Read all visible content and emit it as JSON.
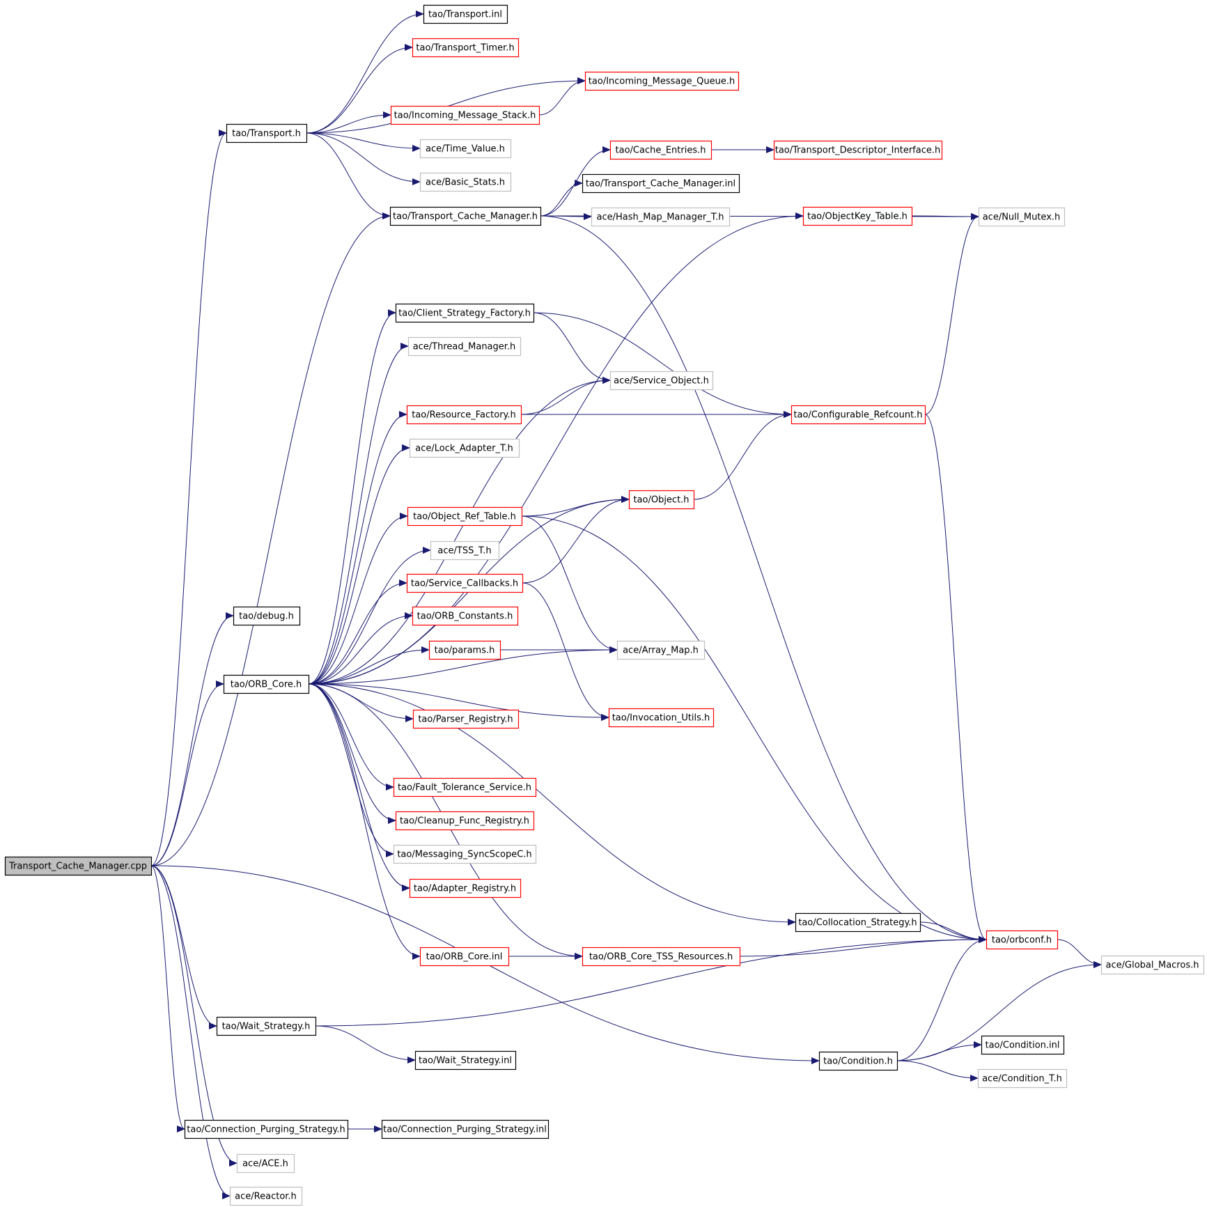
{
  "colors": {
    "edge": "#191970",
    "arrowhead": "#191970",
    "root_fill": "#bfbfbf",
    "border_documented": "#000000",
    "border_truncated": "#ff0000",
    "border_undocumented": "#bfbfbf"
  },
  "nodes": [
    {
      "id": "root",
      "label": "Transport_Cache_Manager.cpp",
      "style": "root"
    },
    {
      "id": "transport_h",
      "label": "tao/Transport.h",
      "style": "documented"
    },
    {
      "id": "transport_inl",
      "label": "tao/Transport.inl",
      "style": "documented"
    },
    {
      "id": "transport_timer",
      "label": "tao/Transport_Timer.h",
      "style": "truncated"
    },
    {
      "id": "incoming_queue",
      "label": "tao/Incoming_Message_Queue.h",
      "style": "truncated"
    },
    {
      "id": "incoming_stack",
      "label": "tao/Incoming_Message_Stack.h",
      "style": "truncated"
    },
    {
      "id": "time_value",
      "label": "ace/Time_Value.h",
      "style": "undocumented"
    },
    {
      "id": "basic_stats",
      "label": "ace/Basic_Stats.h",
      "style": "undocumented"
    },
    {
      "id": "cache_entries",
      "label": "tao/Cache_Entries.h",
      "style": "truncated"
    },
    {
      "id": "transport_descriptor",
      "label": "tao/Transport_Descriptor_Interface.h",
      "style": "truncated"
    },
    {
      "id": "tcm_inl",
      "label": "tao/Transport_Cache_Manager.inl",
      "style": "documented"
    },
    {
      "id": "tcm_h",
      "label": "tao/Transport_Cache_Manager.h",
      "style": "documented"
    },
    {
      "id": "hash_map",
      "label": "ace/Hash_Map_Manager_T.h",
      "style": "undocumented"
    },
    {
      "id": "objectkey_table",
      "label": "tao/ObjectKey_Table.h",
      "style": "truncated"
    },
    {
      "id": "null_mutex",
      "label": "ace/Null_Mutex.h",
      "style": "undocumented"
    },
    {
      "id": "client_strategy",
      "label": "tao/Client_Strategy_Factory.h",
      "style": "documented"
    },
    {
      "id": "thread_manager",
      "label": "ace/Thread_Manager.h",
      "style": "undocumented"
    },
    {
      "id": "service_object",
      "label": "ace/Service_Object.h",
      "style": "undocumented"
    },
    {
      "id": "resource_factory",
      "label": "tao/Resource_Factory.h",
      "style": "truncated"
    },
    {
      "id": "configurable_refcount",
      "label": "tao/Configurable_Refcount.h",
      "style": "truncated"
    },
    {
      "id": "lock_adapter",
      "label": "ace/Lock_Adapter_T.h",
      "style": "undocumented"
    },
    {
      "id": "object_h",
      "label": "tao/Object.h",
      "style": "truncated"
    },
    {
      "id": "object_ref_table",
      "label": "tao/Object_Ref_Table.h",
      "style": "truncated"
    },
    {
      "id": "tss_t",
      "label": "ace/TSS_T.h",
      "style": "undocumented"
    },
    {
      "id": "service_callbacks",
      "label": "tao/Service_Callbacks.h",
      "style": "truncated"
    },
    {
      "id": "debug_h",
      "label": "tao/debug.h",
      "style": "documented"
    },
    {
      "id": "orb_constants",
      "label": "tao/ORB_Constants.h",
      "style": "truncated"
    },
    {
      "id": "params_h",
      "label": "tao/params.h",
      "style": "truncated"
    },
    {
      "id": "array_map",
      "label": "ace/Array_Map.h",
      "style": "undocumented"
    },
    {
      "id": "orb_core_h",
      "label": "tao/ORB_Core.h",
      "style": "documented"
    },
    {
      "id": "parser_registry",
      "label": "tao/Parser_Registry.h",
      "style": "truncated"
    },
    {
      "id": "invocation_utils",
      "label": "tao/Invocation_Utils.h",
      "style": "truncated"
    },
    {
      "id": "fault_tolerance",
      "label": "tao/Fault_Tolerance_Service.h",
      "style": "truncated"
    },
    {
      "id": "cleanup_func",
      "label": "tao/Cleanup_Func_Registry.h",
      "style": "truncated"
    },
    {
      "id": "messaging_syncscope",
      "label": "tao/Messaging_SyncScopeC.h",
      "style": "undocumented"
    },
    {
      "id": "adapter_registry",
      "label": "tao/Adapter_Registry.h",
      "style": "truncated"
    },
    {
      "id": "collocation_strategy",
      "label": "tao/Collocation_Strategy.h",
      "style": "documented"
    },
    {
      "id": "orbconf",
      "label": "tao/orbconf.h",
      "style": "truncated"
    },
    {
      "id": "orb_core_inl",
      "label": "tao/ORB_Core.inl",
      "style": "truncated"
    },
    {
      "id": "orb_core_tss",
      "label": "tao/ORB_Core_TSS_Resources.h",
      "style": "truncated"
    },
    {
      "id": "global_macros",
      "label": "ace/Global_Macros.h",
      "style": "undocumented"
    },
    {
      "id": "wait_strategy_h",
      "label": "tao/Wait_Strategy.h",
      "style": "documented"
    },
    {
      "id": "condition_inl",
      "label": "tao/Condition.inl",
      "style": "documented"
    },
    {
      "id": "wait_strategy_inl",
      "label": "tao/Wait_Strategy.inl",
      "style": "documented"
    },
    {
      "id": "condition_h",
      "label": "tao/Condition.h",
      "style": "documented"
    },
    {
      "id": "condition_t",
      "label": "ace/Condition_T.h",
      "style": "undocumented"
    },
    {
      "id": "cps_h",
      "label": "tao/Connection_Purging_Strategy.h",
      "style": "documented"
    },
    {
      "id": "cps_inl",
      "label": "tao/Connection_Purging_Strategy.inl",
      "style": "documented"
    },
    {
      "id": "ace_h",
      "label": "ace/ACE.h",
      "style": "undocumented"
    },
    {
      "id": "reactor_h",
      "label": "ace/Reactor.h",
      "style": "undocumented"
    }
  ],
  "edges": [
    [
      "root",
      "transport_h"
    ],
    [
      "root",
      "tcm_h"
    ],
    [
      "root",
      "debug_h"
    ],
    [
      "root",
      "orb_core_h"
    ],
    [
      "root",
      "wait_strategy_h"
    ],
    [
      "root",
      "condition_h"
    ],
    [
      "root",
      "cps_h"
    ],
    [
      "root",
      "ace_h"
    ],
    [
      "root",
      "reactor_h"
    ],
    [
      "transport_h",
      "transport_inl"
    ],
    [
      "transport_h",
      "transport_timer"
    ],
    [
      "transport_h",
      "incoming_queue"
    ],
    [
      "transport_h",
      "incoming_stack"
    ],
    [
      "transport_h",
      "time_value"
    ],
    [
      "transport_h",
      "basic_stats"
    ],
    [
      "transport_h",
      "tcm_h"
    ],
    [
      "incoming_stack",
      "incoming_queue"
    ],
    [
      "tcm_h",
      "cache_entries"
    ],
    [
      "tcm_h",
      "tcm_inl"
    ],
    [
      "tcm_h",
      "hash_map"
    ],
    [
      "tcm_h",
      "null_mutex"
    ],
    [
      "tcm_h",
      "orbconf"
    ],
    [
      "cache_entries",
      "transport_descriptor"
    ],
    [
      "objectkey_table",
      "null_mutex"
    ],
    [
      "client_strategy",
      "service_object"
    ],
    [
      "client_strategy",
      "configurable_refcount"
    ],
    [
      "resource_factory",
      "service_object"
    ],
    [
      "resource_factory",
      "configurable_refcount"
    ],
    [
      "configurable_refcount",
      "null_mutex"
    ],
    [
      "configurable_refcount",
      "orbconf"
    ],
    [
      "object_h",
      "configurable_refcount"
    ],
    [
      "object_ref_table",
      "object_h"
    ],
    [
      "object_ref_table",
      "array_map"
    ],
    [
      "object_ref_table",
      "orbconf"
    ],
    [
      "service_callbacks",
      "object_h"
    ],
    [
      "service_callbacks",
      "invocation_utils"
    ],
    [
      "params_h",
      "array_map"
    ],
    [
      "orb_core_h",
      "objectkey_table"
    ],
    [
      "orb_core_h",
      "client_strategy"
    ],
    [
      "orb_core_h",
      "thread_manager"
    ],
    [
      "orb_core_h",
      "service_object"
    ],
    [
      "orb_core_h",
      "resource_factory"
    ],
    [
      "orb_core_h",
      "lock_adapter"
    ],
    [
      "orb_core_h",
      "object_h"
    ],
    [
      "orb_core_h",
      "object_ref_table"
    ],
    [
      "orb_core_h",
      "tss_t"
    ],
    [
      "orb_core_h",
      "service_callbacks"
    ],
    [
      "orb_core_h",
      "orb_constants"
    ],
    [
      "orb_core_h",
      "params_h"
    ],
    [
      "orb_core_h",
      "array_map"
    ],
    [
      "orb_core_h",
      "parser_registry"
    ],
    [
      "orb_core_h",
      "invocation_utils"
    ],
    [
      "orb_core_h",
      "fault_tolerance"
    ],
    [
      "orb_core_h",
      "cleanup_func"
    ],
    [
      "orb_core_h",
      "messaging_syncscope"
    ],
    [
      "orb_core_h",
      "adapter_registry"
    ],
    [
      "orb_core_h",
      "collocation_strategy"
    ],
    [
      "orb_core_h",
      "orb_core_inl"
    ],
    [
      "orb_core_h",
      "orb_core_tss"
    ],
    [
      "collocation_strategy",
      "orbconf"
    ],
    [
      "orb_core_inl",
      "orb_core_tss"
    ],
    [
      "orb_core_tss",
      "orbconf"
    ],
    [
      "orbconf",
      "global_macros"
    ],
    [
      "wait_strategy_h",
      "orbconf"
    ],
    [
      "wait_strategy_h",
      "wait_strategy_inl"
    ],
    [
      "condition_h",
      "orbconf"
    ],
    [
      "condition_h",
      "global_macros"
    ],
    [
      "condition_h",
      "condition_inl"
    ],
    [
      "condition_h",
      "condition_t"
    ],
    [
      "cps_h",
      "cps_inl"
    ]
  ]
}
